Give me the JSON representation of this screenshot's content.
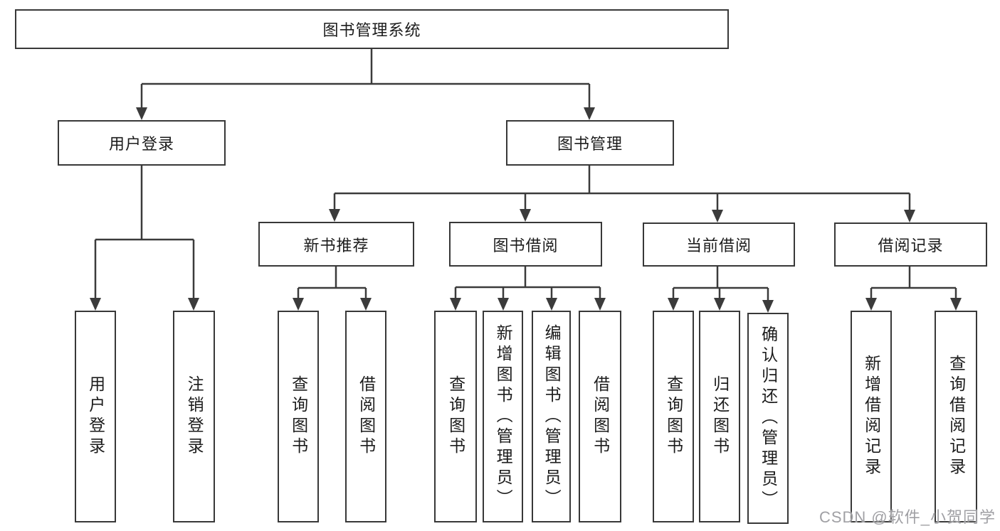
{
  "diagram": {
    "title": "图书管理系统",
    "line_color": "#3b3b3b",
    "text_color": "#1c1c1c",
    "nodes": {
      "root": "图书管理系统",
      "user_login": "用户登录",
      "book_mgmt": "图书管理",
      "new_book_rec": "新书推荐",
      "book_borrow": "图书借阅",
      "current_borrow": "当前借阅",
      "borrow_records": "借阅记录",
      "ul_user_login": "用户登录",
      "ul_logout": "注销登录",
      "nbr_query_book": "查询图书",
      "nbr_borrow_book": "借阅图书",
      "bb_query_book": "查询图书",
      "bb_add_book": "新增图书（管理员）",
      "bb_edit_book": "编辑图书（管理员）",
      "bb_borrow_book": "借阅图书",
      "cb_query_book": "查询图书",
      "cb_return_book": "归还图书",
      "cb_confirm_return": "确认归还（管理员）",
      "br_add_record": "新增借阅记录",
      "br_query_record": "查询借阅记录"
    }
  },
  "watermark": "CSDN @软件_小贺同学"
}
